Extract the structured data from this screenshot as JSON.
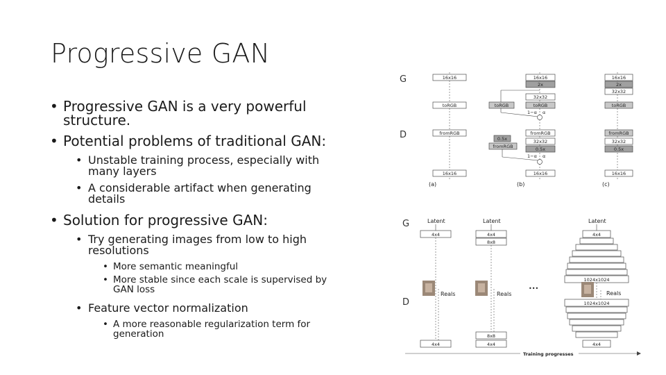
{
  "slide": {
    "title": "Progressive GAN",
    "bullets": {
      "b1": "Progressive GAN is a very powerful structure.",
      "b2": "Potential problems of traditional GAN:",
      "b2a": "Unstable training process, especially with many layers",
      "b2b": "A considerable artifact when generating details",
      "b3": "Solution for progressive GAN:",
      "b3a": "Try generating images from low to high resolutions",
      "b3a1": "More semantic meaningful",
      "b3a2": "More stable since each scale is supervised by GAN loss",
      "b3b": "Feature vector normalization",
      "b3b1": "A more reasonable regularization term for generation"
    }
  },
  "figure_top": {
    "label_g": "G",
    "label_d": "D",
    "a": {
      "top": "16x16",
      "torgb": "toRGB",
      "fromrgb": "fromRGB",
      "bottom": "16x16",
      "caption": "(a)"
    },
    "b": {
      "top": "16x16",
      "up": "2x",
      "mid": "32x32",
      "torgb_small": "toRGB",
      "torgb": "toRGB",
      "alpha1": "1−α",
      "alpha2": "α",
      "half": "0.5x",
      "fromrgb_small": "fromRGB",
      "fromrgb": "fromRGB",
      "d32": "32x32",
      "down": "0.5x",
      "alpha3": "1−α",
      "alpha4": "α",
      "bottom": "16x16",
      "caption": "(b)"
    },
    "c": {
      "top": "16x16",
      "up": "2x",
      "mid": "32x32",
      "torgb": "toRGB",
      "fromrgb": "fromRGB",
      "d32": "32x32",
      "down": "0.5x",
      "bottom": "16x16",
      "caption": "(c)"
    }
  },
  "figure_bottom": {
    "label_g": "G",
    "label_d": "D",
    "latent": "Latent",
    "reals": "Reals",
    "b4": "4x4",
    "b8": "8x8",
    "b1024": "1024x1024",
    "dots": "•••",
    "training": "Training progresses"
  }
}
